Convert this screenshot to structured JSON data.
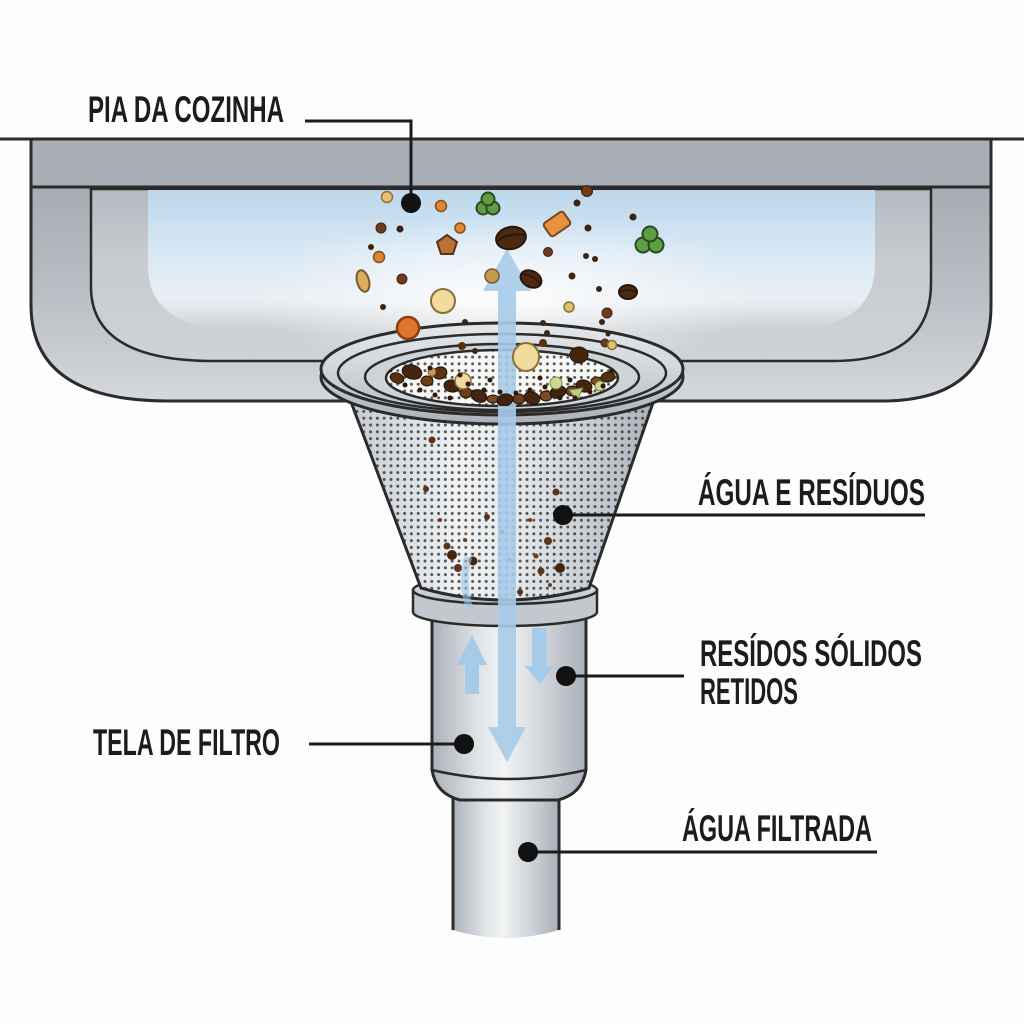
{
  "labels": {
    "pia_da_cozinha": "PIA DA COZINHA",
    "agua_e_residuos": "ÁGUA E RESÍDUOS",
    "residos_solidos_line1": "RESÍDOS SÓLIDOS",
    "residos_solidos_line2": "RETIDOS",
    "tela_de_filtro": "TELA DE FILTRO",
    "agua_filtrada": "ÁGUA FILTRADA"
  },
  "icons": {
    "flow_up_arrow": "upward water-flow arrow",
    "flow_down_arrow": "downward water-flow arrow",
    "leader_dot": "label leader endpoint dot"
  },
  "colors": {
    "outline": "#2b2b2b",
    "label_text": "#1c1c1c",
    "counter_gray": "#a9aeb6",
    "bowl_gray": "#bcc1c7",
    "inner_bowl_gray": "#c7cbd0",
    "water_blue": "#bcd7ec",
    "arrow_blue": "#a6cbe9",
    "metal_light": "#eff1f3",
    "metal_dark": "#aab1b9",
    "mesh_dot": "#2e2e2e",
    "debris_dark_brown": "#3f2310",
    "debris_brown": "#6e3c1a",
    "debris_tan": "#d9ae62",
    "debris_cream": "#f1dc9e",
    "debris_orange": "#e0762e",
    "debris_green": "#5f9e46"
  }
}
